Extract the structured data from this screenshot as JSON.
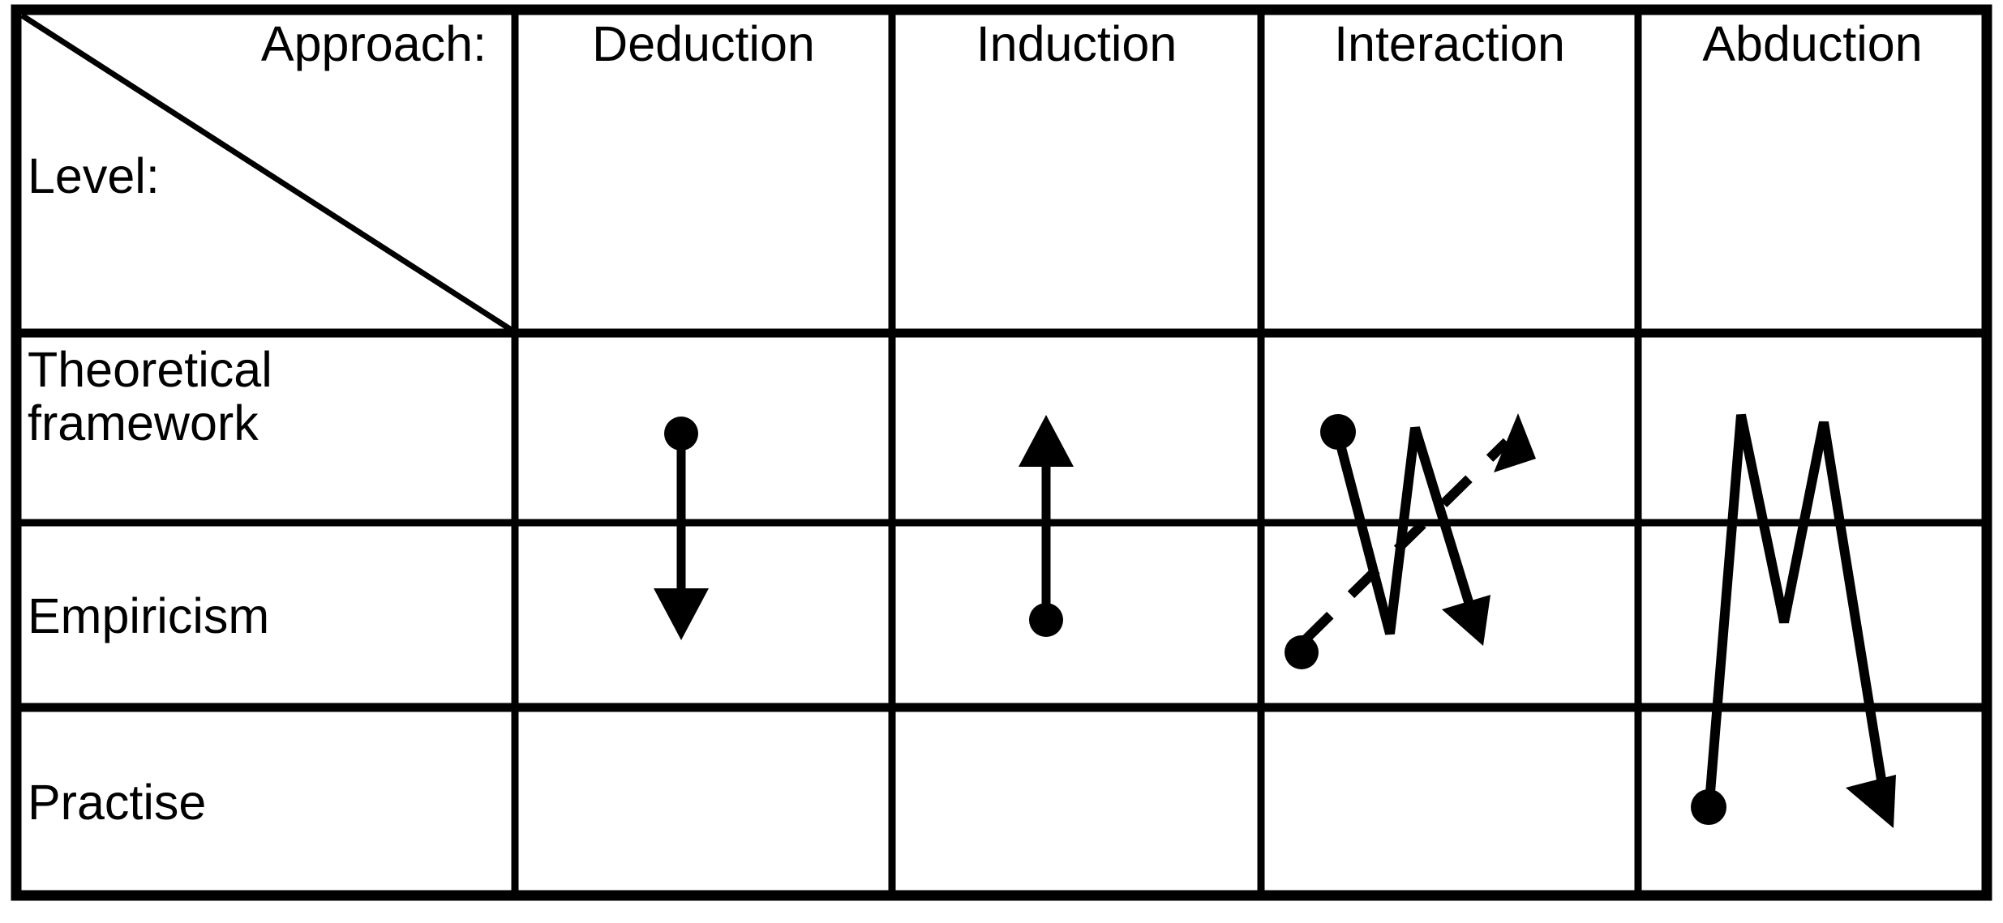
{
  "diagram": {
    "type": "matrix-table",
    "corner": {
      "approach_label": "Approach:",
      "level_label": "Level:",
      "diagonal": "diagonal-divider"
    },
    "columns": [
      {
        "id": "deduction",
        "label": "Deduction"
      },
      {
        "id": "induction",
        "label": "Induction"
      },
      {
        "id": "interaction",
        "label": "Interaction"
      },
      {
        "id": "abduction",
        "label": "Abduction"
      }
    ],
    "rows": [
      {
        "id": "theoretical-framework",
        "label": "Theoretical\nframework"
      },
      {
        "id": "empiricism",
        "label": "Empiricism"
      },
      {
        "id": "practise",
        "label": "Practise"
      }
    ],
    "arrows": {
      "deduction": {
        "name": "downward-arrow",
        "description": "dot at Theoretical framework, arrow pointing down to Empiricism",
        "style": "solid",
        "start_marker": "dot",
        "end_marker": "arrowhead",
        "direction": "down"
      },
      "induction": {
        "name": "upward-arrow",
        "description": "dot at Empiricism, arrow pointing up to Theoretical framework",
        "style": "solid",
        "start_marker": "dot",
        "end_marker": "arrowhead",
        "direction": "up"
      },
      "interaction": {
        "solid_zigzag": {
          "name": "zigzag-arrow",
          "description": "dot at Theoretical framework, zigzag down-up-down ending with arrow at Empiricism",
          "style": "solid",
          "start_marker": "dot",
          "end_marker": "arrowhead",
          "direction": "down-right"
        },
        "dashed_arrow": {
          "name": "dashed-upward-arrow",
          "description": "dot at Empiricism, dashed line up to arrow at Theoretical framework",
          "style": "dashed",
          "start_marker": "dot",
          "end_marker": "arrowhead",
          "direction": "up-right"
        }
      },
      "abduction": {
        "name": "double-peak-zigzag-arrow",
        "description": "dot at Practise, zigzag up to Theoretical framework twice, ending with arrow down at Practise",
        "style": "solid",
        "start_marker": "dot",
        "end_marker": "arrowhead",
        "direction": "down-right"
      }
    },
    "colors": {
      "ink": "#000000",
      "background": "#ffffff"
    }
  }
}
